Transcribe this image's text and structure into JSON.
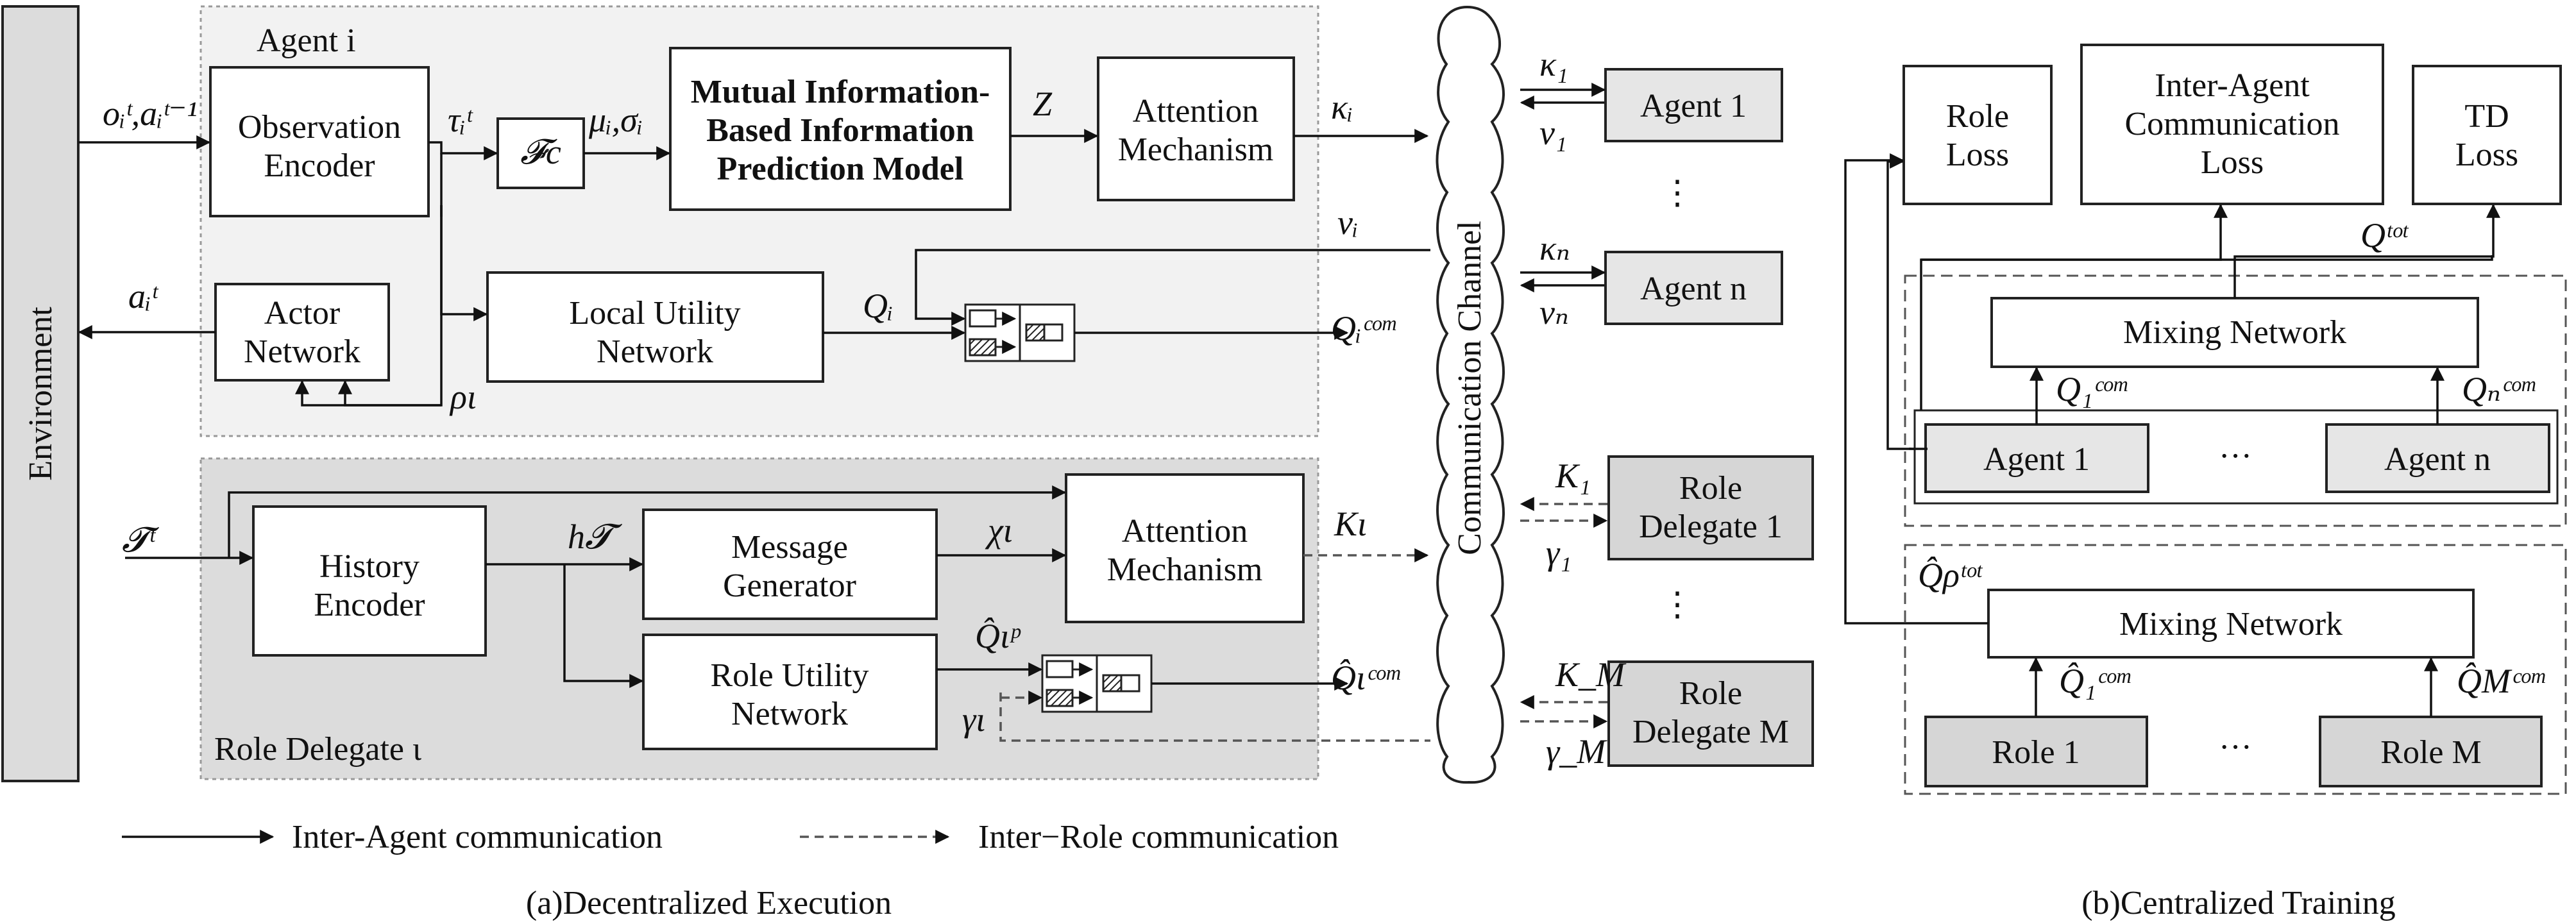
{
  "environment": "Environment",
  "agent_region": "Agent i",
  "role_region": "Role Delegate ι",
  "blocks": {
    "obs_encoder": [
      "Observation",
      "Encoder"
    ],
    "fc": "𝓕c",
    "mi_model": [
      "Mutual Information-",
      "Based Information",
      "Prediction Model"
    ],
    "attention_a": [
      "Attention",
      "Mechanism"
    ],
    "actor": [
      "Actor",
      "Network"
    ],
    "local_utility": [
      "Local Utility",
      "Network"
    ],
    "history_encoder": [
      "History",
      "Encoder"
    ],
    "msg_gen": [
      "Message",
      "Generator"
    ],
    "attention_r": [
      "Attention",
      "Mechanism"
    ],
    "role_utility": [
      "Role Utility",
      "Network"
    ],
    "channel": "Communication Channel",
    "agent_1": "Agent 1",
    "agent_n": "Agent n",
    "role_delegate_1": [
      "Role",
      "Delegate 1"
    ],
    "role_delegate_m": [
      "Role",
      "Delegate M"
    ],
    "role_loss": [
      "Role",
      "Loss"
    ],
    "comm_loss": [
      "Inter-Agent",
      "Communication",
      "Loss"
    ],
    "td_loss": [
      "TD",
      "Loss"
    ],
    "mixing_top": "Mixing Network",
    "train_agent_1": "Agent 1",
    "train_agent_n": "Agent n",
    "mixing_bottom": "Mixing Network",
    "train_role_1": "Role 1",
    "train_role_m": "Role M",
    "ellipsis": "···",
    "vdots": "⋮"
  },
  "symbols": {
    "obs_in": "oᵢᵗ,aᵢᵗ⁻¹",
    "tau": "τᵢᵗ",
    "mu_sigma": "μᵢ,σᵢ",
    "z": "Z",
    "kappa_i": "κᵢ",
    "v_i": "vᵢ",
    "a_out": "aᵢᵗ",
    "q_i": "Qᵢ",
    "q_com_i": "Qᵢᶜᵒᵐ",
    "rho": "ρι",
    "t_in": "𝓣ᵗ",
    "h_t": "h𝓣",
    "chi": "χι",
    "k_iota": "Kι",
    "q_hat_rho": "Q̂ιᵖ",
    "gamma_iota": "γι",
    "q_hat_com": "Q̂ιᶜᵒᵐ",
    "kappa_1": "κ₁",
    "v_1": "v₁",
    "kappa_n": "κₙ",
    "v_n": "vₙ",
    "K_1": "K₁",
    "gamma_1": "γ₁",
    "K_M": "K_M",
    "gamma_M": "γ_M",
    "q_tot": "Qᵗᵒᵗ",
    "q_com_1": "Q₁ᶜᵒᵐ",
    "q_com_n": "Qₙᶜᵒᵐ",
    "q_hat_tot": "Q̂ρᵗᵒᵗ",
    "q_hat_com_1": "Q̂₁ᶜᵒᵐ",
    "q_hat_com_M": "Q̂Mᶜᵒᵐ"
  },
  "legend": {
    "solid": "Inter-Agent communication",
    "dashed": "Inter−Role communication"
  },
  "captions": {
    "left": "(a)Decentralized Execution",
    "right": "(b)Centralized Training"
  }
}
